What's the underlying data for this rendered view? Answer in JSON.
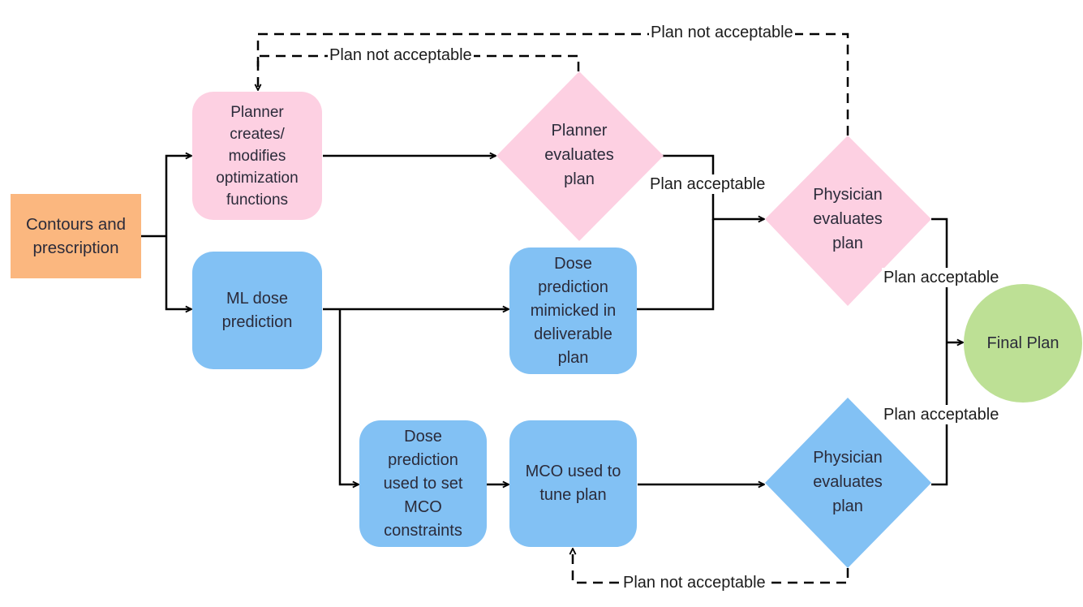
{
  "colors": {
    "orange": "#fbb77f",
    "pink": "#fdd0e2",
    "blue": "#82c1f4",
    "green": "#bde095",
    "line": "#000000"
  },
  "nodes": {
    "contours": {
      "lines": [
        "Contours and",
        "prescription"
      ]
    },
    "planner_creates": {
      "lines": [
        "Planner",
        "creates/",
        "modifies",
        "optimization",
        "functions"
      ]
    },
    "planner_evaluates": {
      "lines": [
        "Planner",
        "evaluates",
        "plan"
      ]
    },
    "physician_evaluates_top": {
      "lines": [
        "Physician",
        "evaluates",
        "plan"
      ]
    },
    "ml_dose": {
      "lines": [
        "ML dose",
        "prediction"
      ]
    },
    "dose_mimicked": {
      "lines": [
        "Dose",
        "prediction",
        "mimicked in",
        "deliverable",
        "plan"
      ]
    },
    "dose_mco": {
      "lines": [
        "Dose",
        "prediction",
        "used to set",
        "MCO",
        "constraints"
      ]
    },
    "mco_tune": {
      "lines": [
        "MCO used to",
        "tune plan"
      ]
    },
    "physician_evaluates_bottom": {
      "lines": [
        "Physician",
        "evaluates",
        "plan"
      ]
    },
    "final_plan": {
      "label": "Final Plan"
    }
  },
  "edge_labels": {
    "not_acceptable_outer": "Plan not acceptable",
    "not_acceptable_inner": "Plan not acceptable",
    "acceptable_planner": "Plan acceptable",
    "acceptable_physician_top": "Plan acceptable",
    "acceptable_physician_bottom": "Plan acceptable",
    "not_acceptable_bottom": "Plan not acceptable"
  }
}
